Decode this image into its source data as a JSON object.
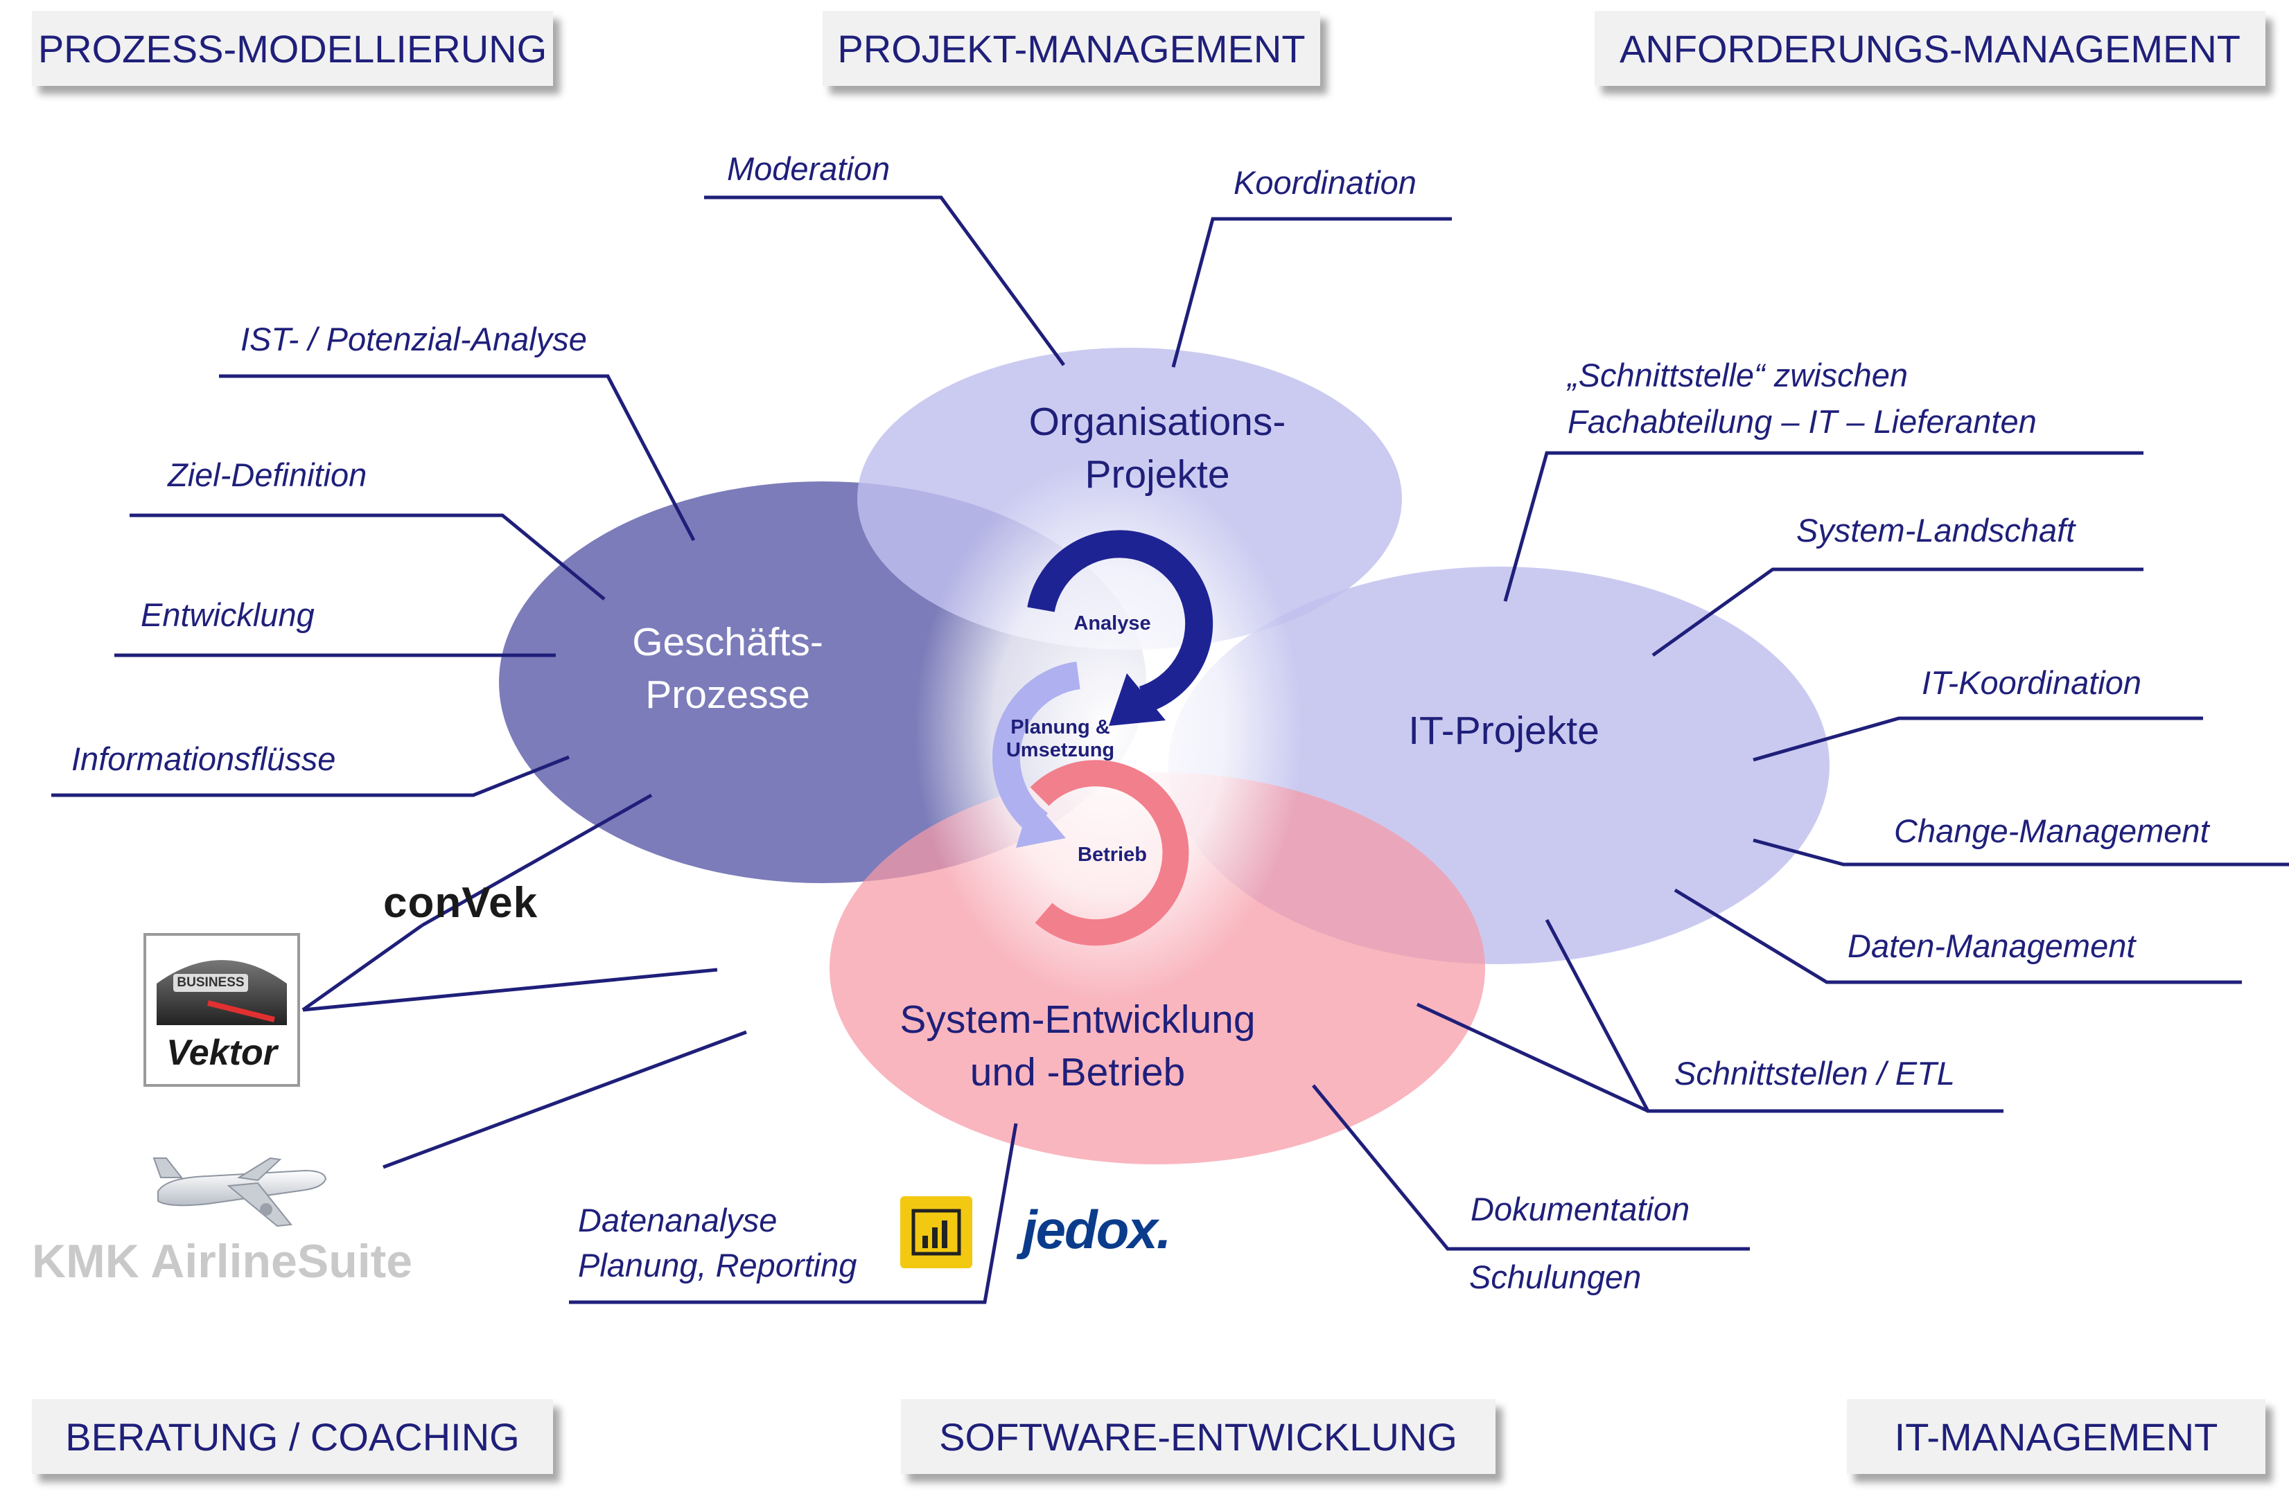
{
  "corner_boxes": {
    "prozess": "PROZESS-MODELLIERUNG",
    "projekt": "PROJEKT-MANAGEMENT",
    "anforderung": "ANFORDERUNGS-MANAGEMENT",
    "beratung": "BERATUNG / COACHING",
    "software": "SOFTWARE-ENTWICKLUNG",
    "itmanagement": "IT-MANAGEMENT"
  },
  "ellipses": {
    "organisation": {
      "line1": "Organisations-",
      "line2": "Projekte"
    },
    "geschaeft": {
      "line1": "Geschäfts-",
      "line2": "Prozesse"
    },
    "it": {
      "line1": "IT-Projekte"
    },
    "system": {
      "line1": "System-Entwicklung",
      "line2": "und -Betrieb"
    }
  },
  "cycle": {
    "analyse": "Analyse",
    "planung_line1": "Planung &",
    "planung_line2": "Umsetzung",
    "betrieb": "Betrieb"
  },
  "labels": {
    "moderation": "Moderation",
    "koordination": "Koordination",
    "ist_analyse": "IST- / Potenzial-Analyse",
    "ziel": "Ziel-Definition",
    "entwicklung": "Entwicklung",
    "informationsfluesse": "Informationsflüsse",
    "schnittstelle_line1": "„Schnittstelle“ zwischen",
    "schnittstelle_line2": "Fachabteilung – IT – Lieferanten",
    "system_landschaft": "System-Landschaft",
    "it_koordination": "IT-Koordination",
    "change": "Change-Management",
    "daten": "Daten-Management",
    "etl": "Schnittstellen / ETL",
    "dokumentation": "Dokumentation",
    "schulungen": "Schulungen",
    "datenanalyse_line1": "Datenanalyse",
    "datenanalyse_line2": "Planung, Reporting"
  },
  "brands": {
    "convek": "conVek",
    "vektor": "Vektor",
    "vektor_badge": "BUSINESS",
    "kmk": "KMK AirlineSuite",
    "jedox": "jedox."
  },
  "colors": {
    "text": "#1f1f7a",
    "box_bg": "#f1f1f1",
    "organisation": "#c3c3ef",
    "geschaeft": "#6a6ab0",
    "it": "#c7c7f1",
    "system": "#f7a9b2",
    "arrow_dark": "#1e2393",
    "arrow_light": "#aeb0ef",
    "arrow_pink": "#f27f8c",
    "powerbi": "#f2c811",
    "jedox": "#0b3c8c"
  }
}
